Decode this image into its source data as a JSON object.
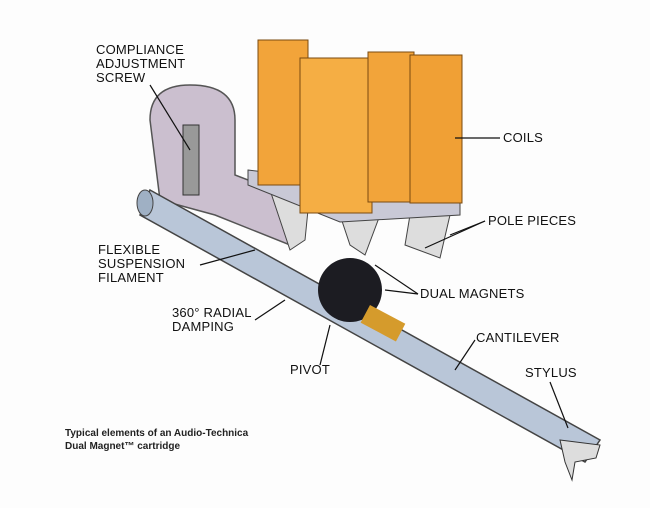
{
  "title": "Audio-Technica Dual Magnet cartridge diagram",
  "labels": {
    "compliance": [
      "COMPLIANCE",
      "ADJUSTMENT",
      "SCREW"
    ],
    "coils": "COILS",
    "pole_pieces": "POLE PIECES",
    "suspension": [
      "FLEXIBLE",
      "SUSPENSION",
      "FILAMENT"
    ],
    "dual_magnets": "DUAL MAGNETS",
    "damping": [
      "360° RADIAL",
      "DAMPING"
    ],
    "cantilever": "CANTILEVER",
    "pivot": "PIVOT",
    "stylus": "STYLUS"
  },
  "caption": [
    "Typical elements of an Audio-Technica",
    "Dual Magnet™ cartridge"
  ],
  "colors": {
    "coil": "#f2a43a",
    "housing": "#cbbfcf",
    "tube": "#b9c6d8",
    "magnet": "#1c1c22"
  }
}
